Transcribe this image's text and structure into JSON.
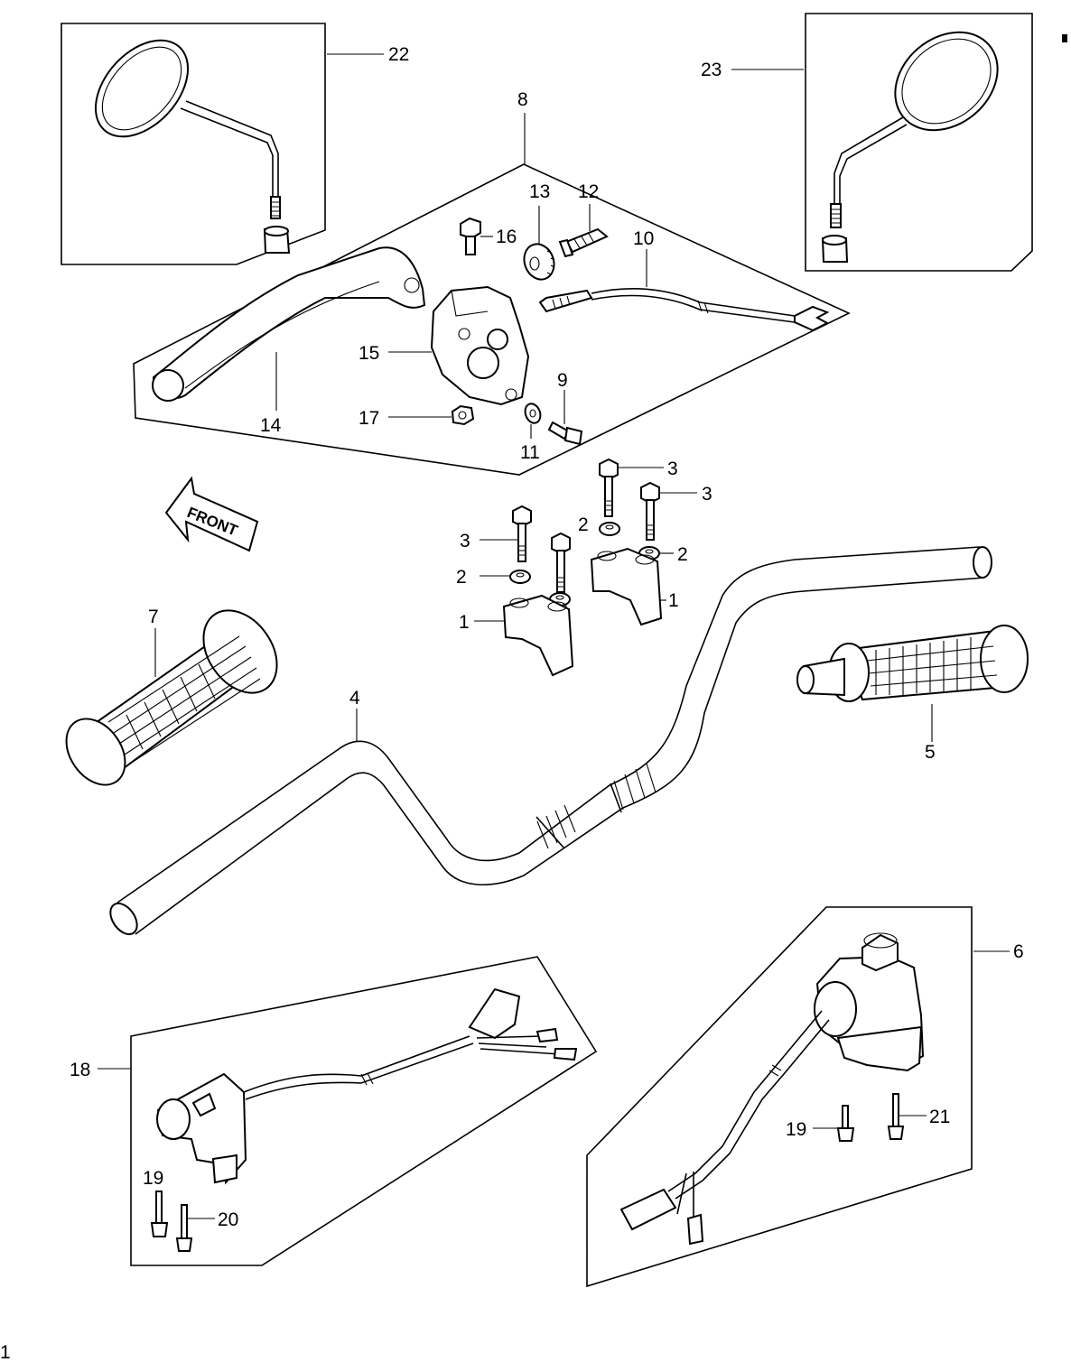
{
  "callouts": {
    "c1a": "1",
    "c1b": "1",
    "c2a": "2",
    "c2b": "2",
    "c2c": "2",
    "c3a": "3",
    "c3b": "3",
    "c3c": "3",
    "c4": "4",
    "c5": "5",
    "c6": "6",
    "c7": "7",
    "c8": "8",
    "c9": "9",
    "c10": "10",
    "c11": "11",
    "c12": "12",
    "c13": "13",
    "c14": "14",
    "c15": "15",
    "c16": "16",
    "c17": "17",
    "c18": "18",
    "c19a": "19",
    "c19b": "19",
    "c20": "20",
    "c21": "21",
    "c22": "22",
    "c23": "23"
  },
  "front_arrow": {
    "label": "FRONT"
  },
  "page_marks": {
    "margin_mark": "1"
  }
}
